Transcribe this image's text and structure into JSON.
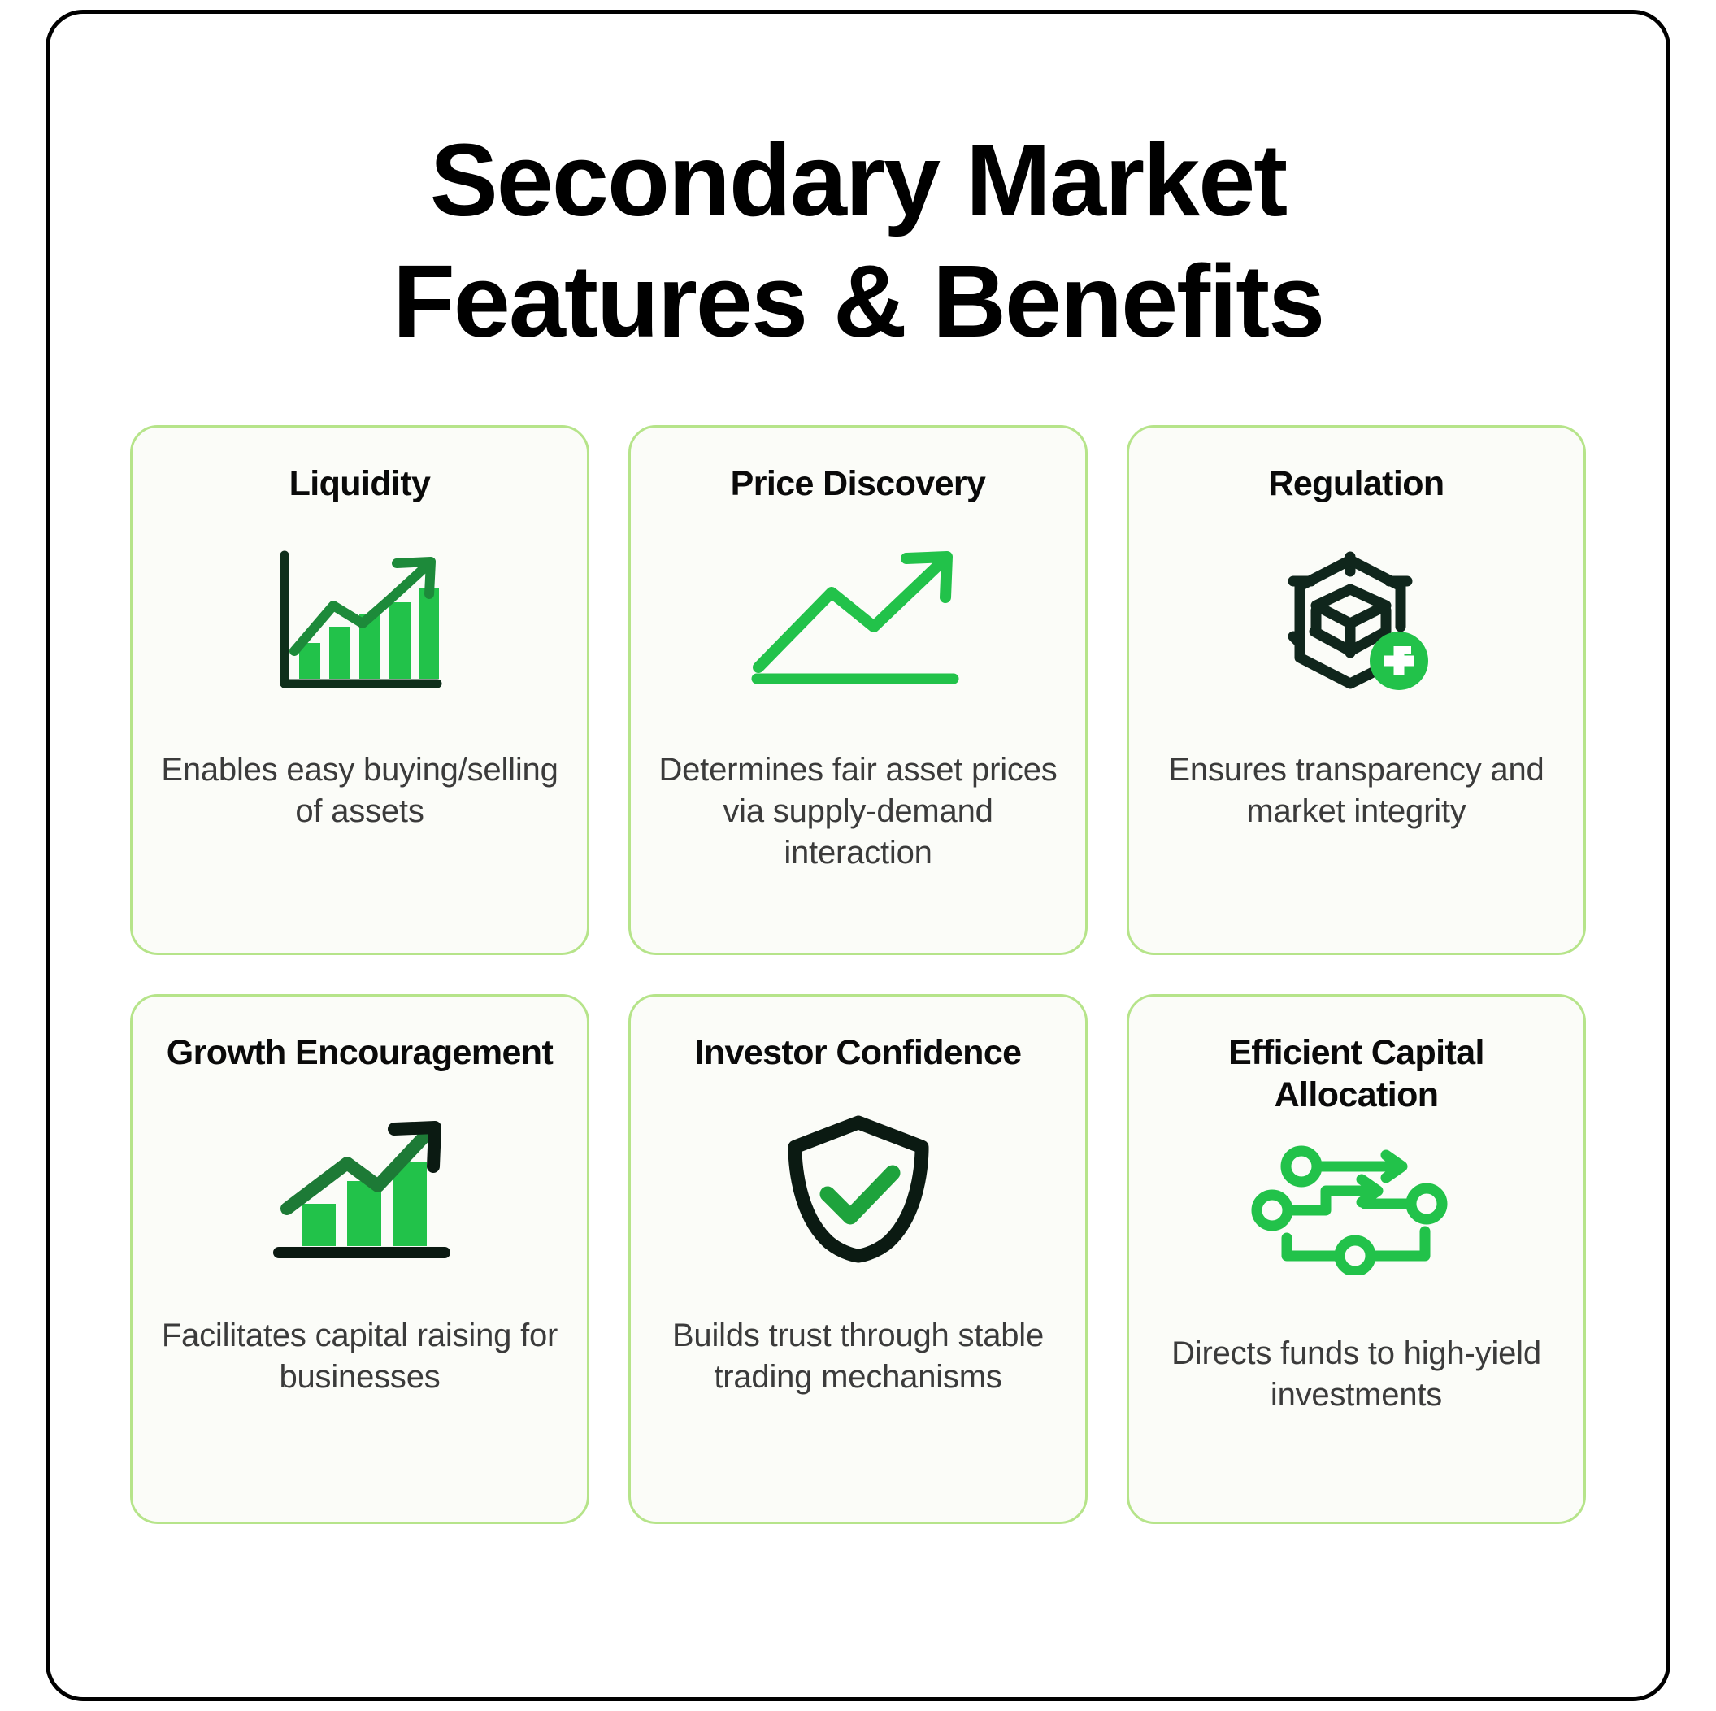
{
  "poster": {
    "title": "Secondary Market Features & Benefits",
    "title_line1": "Secondary Market",
    "title_line2": "Features & Benefits",
    "colors": {
      "accent_green": "#22c24a",
      "dark_green": "#12602c",
      "card_border": "#b6e48a",
      "card_background": "#fbfcf8",
      "frame": "#000000",
      "title_text": "#000000",
      "body_text": "#3b3b3b"
    }
  },
  "cards": [
    {
      "title": "Liquidity",
      "description": "Enables easy buying/selling of assets",
      "icon": "bar-chart-growth-icon"
    },
    {
      "title": "Price Discovery",
      "description": "Determines fair asset prices via supply-demand interaction",
      "icon": "trend-line-arrow-icon"
    },
    {
      "title": "Regulation",
      "description": "Ensures transparency and market integrity",
      "icon": "shield-hexagon-plus-icon"
    },
    {
      "title": "Growth Encouragement",
      "description": "Facilitates capital raising for businesses",
      "icon": "bar-chart-arrow-up-icon"
    },
    {
      "title": "Investor Confidence",
      "description": "Builds trust through stable trading mechanisms",
      "icon": "shield-check-icon"
    },
    {
      "title": "Efficient Capital Allocation",
      "description": "Directs funds to high-yield investments",
      "icon": "network-flow-nodes-icon"
    }
  ]
}
